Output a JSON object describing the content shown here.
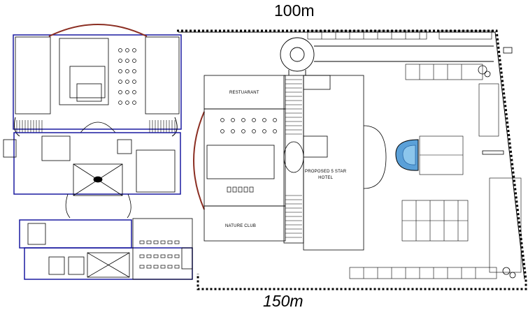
{
  "dimensions": {
    "top": "100m",
    "bottom": "150m"
  },
  "labels": {
    "restaurant": "RESTUARANT",
    "nature_club": "NATURE CLUB",
    "hotel_line1": "PROPOSED 5 STAR",
    "hotel_line2": "HOTEL"
  },
  "colors": {
    "line": "#000000",
    "wall_blue": "#1a1aa0",
    "arc_brown": "#8b2e22",
    "pool": "#5aa0d8"
  }
}
